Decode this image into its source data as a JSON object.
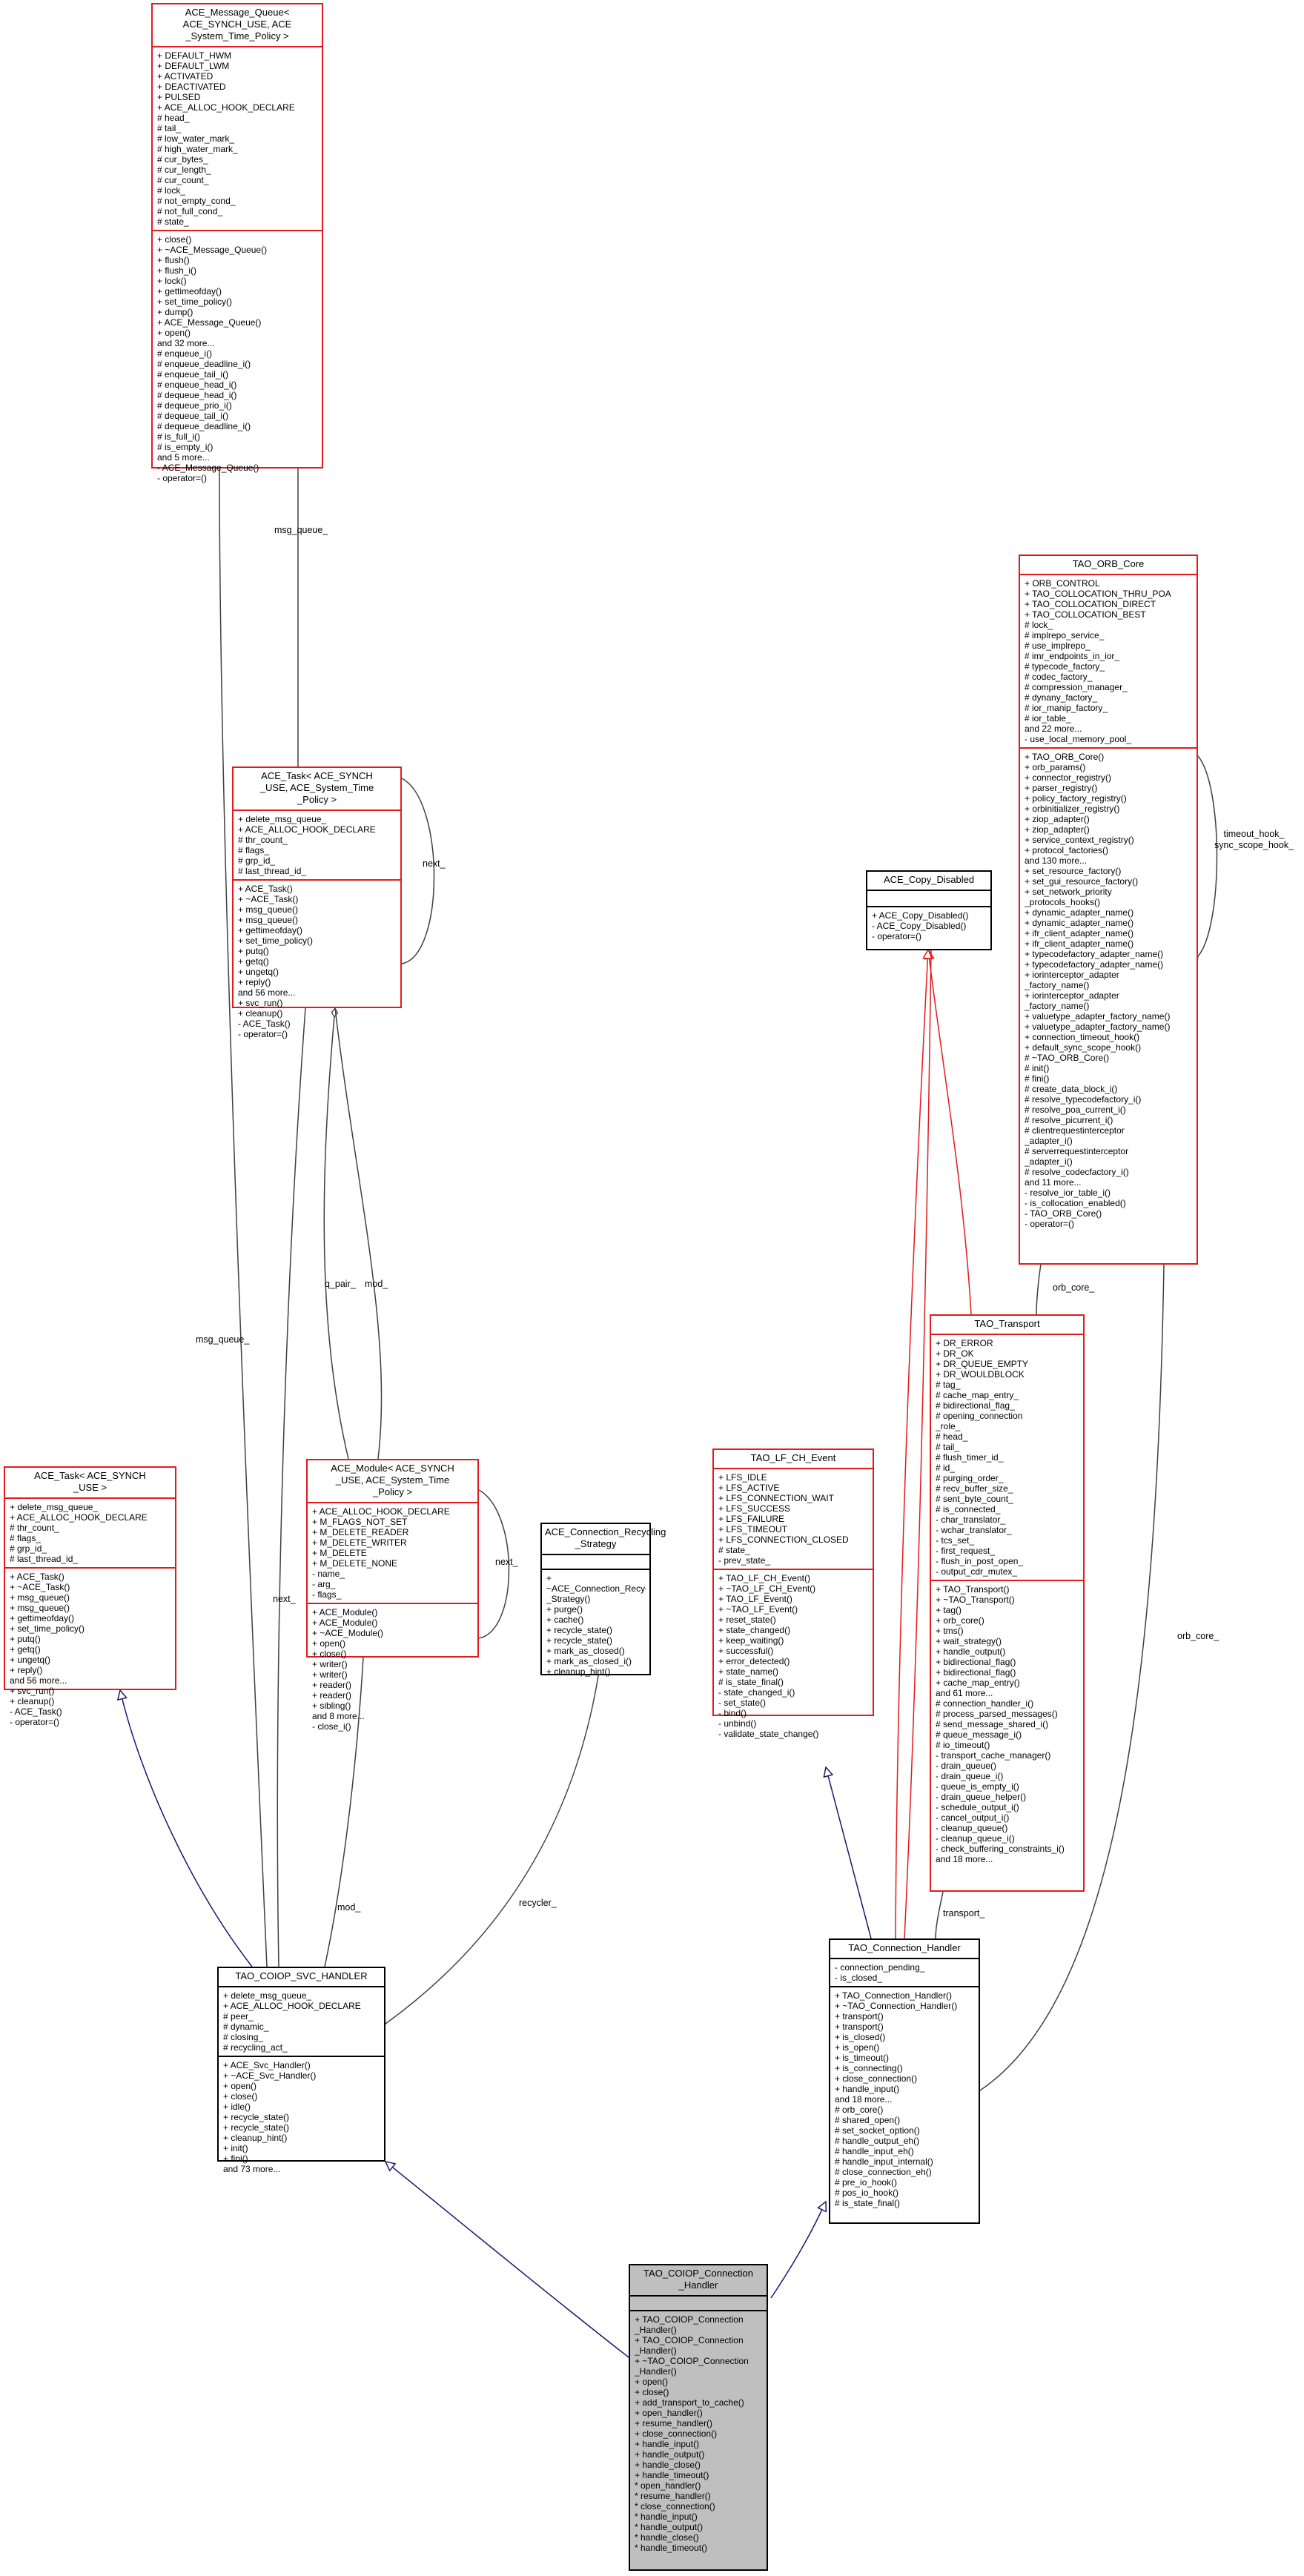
{
  "colors": {
    "boxBorder": "#e31a1c",
    "boxBorderInternal": "#000000",
    "focusFill": "#bfbfbf",
    "inheritanceEdge": "#191970",
    "templateEdge": "#e31a1c",
    "usageEdge": "#404040"
  },
  "classes": [
    {
      "id": "msgq",
      "title": "ACE_Message_Queue<\n ACE_SYNCH_USE, ACE\n_System_Time_Policy >",
      "style": "template",
      "attributes": [
        "+ DEFAULT_HWM",
        "+ DEFAULT_LWM",
        "+ ACTIVATED",
        "+ DEACTIVATED",
        "+ PULSED",
        "+ ACE_ALLOC_HOOK_DECLARE",
        "# head_",
        "# tail_",
        "# low_water_mark_",
        "# high_water_mark_",
        "# cur_bytes_",
        "# cur_length_",
        "# cur_count_",
        "# lock_",
        "# not_empty_cond_",
        "# not_full_cond_",
        "# state_"
      ],
      "operations": [
        "+ close()",
        "+ ~ACE_Message_Queue()",
        "+ flush()",
        "+ flush_i()",
        "+ lock()",
        "+ gettimeofday()",
        "+ set_time_policy()",
        "+ dump()",
        "+ ACE_Message_Queue()",
        "+ open()",
        "and 32 more...",
        "# enqueue_i()",
        "# enqueue_deadline_i()",
        "# enqueue_tail_i()",
        "# enqueue_head_i()",
        "# dequeue_head_i()",
        "# dequeue_prio_i()",
        "# dequeue_tail_i()",
        "# dequeue_deadline_i()",
        "# is_full_i()",
        "# is_empty_i()",
        "and 5 more...",
        "- ACE_Message_Queue()",
        "- operator=()"
      ]
    },
    {
      "id": "tasktime",
      "title": "ACE_Task< ACE_SYNCH\n_USE, ACE_System_Time\n_Policy >",
      "style": "template",
      "attributes": [
        "+ delete_msg_queue_",
        "+ ACE_ALLOC_HOOK_DECLARE",
        "# thr_count_",
        "# flags_",
        "# grp_id_",
        "# last_thread_id_"
      ],
      "operations": [
        "+ ACE_Task()",
        "+ ~ACE_Task()",
        "+ msg_queue()",
        "+ msg_queue()",
        "+ gettimeofday()",
        "+ set_time_policy()",
        "+ putq()",
        "+ getq()",
        "+ ungetq()",
        "+ reply()",
        "and 56 more...",
        "+ svc_run()",
        "+ cleanup()",
        "- ACE_Task()",
        "- operator=()"
      ]
    },
    {
      "id": "orbcore",
      "title": "TAO_ORB_Core",
      "style": "template",
      "attributes": [
        "+ ORB_CONTROL",
        "+ TAO_COLLOCATION_THRU_POA",
        "+ TAO_COLLOCATION_DIRECT",
        "+ TAO_COLLOCATION_BEST",
        "# lock_",
        "# implrepo_service_",
        "# use_implrepo_",
        "# imr_endpoints_in_ior_",
        "# typecode_factory_",
        "# codec_factory_",
        "# compression_manager_",
        "# dynany_factory_",
        "# ior_manip_factory_",
        "# ior_table_",
        "and 22 more...",
        "- use_local_memory_pool_"
      ],
      "operations": [
        "+ TAO_ORB_Core()",
        "+ orb_params()",
        "+ connector_registry()",
        "+ parser_registry()",
        "+ policy_factory_registry()",
        "+ orbinitializer_registry()",
        "+ ziop_adapter()",
        "+ ziop_adapter()",
        "+ service_context_registry()",
        "+ protocol_factories()",
        "and 130 more...",
        "+ set_resource_factory()",
        "+ set_gui_resource_factory()",
        "+ set_network_priority\n_protocols_hooks()",
        "+ dynamic_adapter_name()",
        "+ dynamic_adapter_name()",
        "+ ifr_client_adapter_name()",
        "+ ifr_client_adapter_name()",
        "+ typecodefactory_adapter_name()",
        "+ typecodefactory_adapter_name()",
        "+ iorinterceptor_adapter\n_factory_name()",
        "+ iorinterceptor_adapter\n_factory_name()",
        "+ valuetype_adapter_factory_name()",
        "+ valuetype_adapter_factory_name()",
        "+ connection_timeout_hook()",
        "+ default_sync_scope_hook()",
        "# ~TAO_ORB_Core()",
        "# init()",
        "# fini()",
        "# create_data_block_i()",
        "# resolve_typecodefactory_i()",
        "# resolve_poa_current_i()",
        "# resolve_picurrent_i()",
        "# clientrequestinterceptor\n_adapter_i()",
        "# serverrequestinterceptor\n_adapter_i()",
        "# resolve_codecfactory_i()",
        "and 11 more...",
        "- resolve_ior_table_i()",
        "- is_collocation_enabled()",
        "- TAO_ORB_Core()",
        "- operator=()"
      ]
    },
    {
      "id": "copy",
      "title": "ACE_Copy_Disabled",
      "style": "internal",
      "attributes": [],
      "operations": [
        "+ ACE_Copy_Disabled()",
        "- ACE_Copy_Disabled()",
        "- operator=()"
      ]
    },
    {
      "id": "transport",
      "title": "TAO_Transport",
      "style": "template",
      "attributes": [
        "+ DR_ERROR",
        "+ DR_OK",
        "+ DR_QUEUE_EMPTY",
        "+ DR_WOULDBLOCK",
        "# tag_",
        "# cache_map_entry_",
        "# bidirectional_flag_",
        "# opening_connection\n_role_",
        "# head_",
        "# tail_",
        "# flush_timer_id_",
        "# id_",
        "# purging_order_",
        "# recv_buffer_size_",
        "# sent_byte_count_",
        "# is_connected_",
        "- char_translator_",
        "- wchar_translator_",
        "- tcs_set_",
        "- first_request_",
        "- flush_in_post_open_",
        "- output_cdr_mutex_"
      ],
      "operations": [
        "+ TAO_Transport()",
        "+ ~TAO_Transport()",
        "+ tag()",
        "+ orb_core()",
        "+ tms()",
        "+ wait_strategy()",
        "+ handle_output()",
        "+ bidirectional_flag()",
        "+ bidirectional_flag()",
        "+ cache_map_entry()",
        "and 61 more...",
        "# connection_handler_i()",
        "# process_parsed_messages()",
        "# send_message_shared_i()",
        "# queue_message_i()",
        "# io_timeout()",
        "- transport_cache_manager()",
        "- drain_queue()",
        "- drain_queue_i()",
        "- queue_is_empty_i()",
        "- drain_queue_helper()",
        "- schedule_output_i()",
        "- cancel_output_i()",
        "- cleanup_queue()",
        "- cleanup_queue_i()",
        "- check_buffering_constraints_i()",
        "and 18 more..."
      ]
    },
    {
      "id": "tasksynch",
      "title": "ACE_Task< ACE_SYNCH\n_USE >",
      "style": "template",
      "attributes": [
        "+ delete_msg_queue_",
        "+ ACE_ALLOC_HOOK_DECLARE",
        "# thr_count_",
        "# flags_",
        "# grp_id_",
        "# last_thread_id_"
      ],
      "operations": [
        "+ ACE_Task()",
        "+ ~ACE_Task()",
        "+ msg_queue()",
        "+ msg_queue()",
        "+ gettimeofday()",
        "+ set_time_policy()",
        "+ putq()",
        "+ getq()",
        "+ ungetq()",
        "+ reply()",
        "and 56 more...",
        "+ svc_run()",
        "+ cleanup()",
        "- ACE_Task()",
        "- operator=()"
      ]
    },
    {
      "id": "module",
      "title": "ACE_Module< ACE_SYNCH\n_USE, ACE_System_Time\n_Policy >",
      "style": "template",
      "attributes": [
        "+ ACE_ALLOC_HOOK_DECLARE",
        "+ M_FLAGS_NOT_SET",
        "+ M_DELETE_READER",
        "+ M_DELETE_WRITER",
        "+ M_DELETE",
        "+ M_DELETE_NONE",
        "- name_",
        "- arg_",
        "- flags_"
      ],
      "operations": [
        "+ ACE_Module()",
        "+ ACE_Module()",
        "+ ~ACE_Module()",
        "+ open()",
        "+ close()",
        "+ writer()",
        "+ writer()",
        "+ reader()",
        "+ reader()",
        "+ sibling()",
        "and 8 more...",
        "- close_i()"
      ]
    },
    {
      "id": "recycling",
      "title": "ACE_Connection_Recycling\n_Strategy",
      "style": "internal",
      "attributes": [],
      "operations": [
        "+ ~ACE_Connection_Recycling\n_Strategy()",
        "+ purge()",
        "+ cache()",
        "+ recycle_state()",
        "+ recycle_state()",
        "+ mark_as_closed()",
        "+ mark_as_closed_i()",
        "+ cleanup_hint()"
      ]
    },
    {
      "id": "lfevent",
      "title": "TAO_LF_CH_Event",
      "style": "template",
      "attributes": [
        "+ LFS_IDLE",
        "+ LFS_ACTIVE",
        "+ LFS_CONNECTION_WAIT",
        "+ LFS_SUCCESS",
        "+ LFS_FAILURE",
        "+ LFS_TIMEOUT",
        "+ LFS_CONNECTION_CLOSED",
        "# state_",
        "- prev_state_"
      ],
      "operations": [
        "+ TAO_LF_CH_Event()",
        "+ ~TAO_LF_CH_Event()",
        "+ TAO_LF_Event()",
        "+ ~TAO_LF_Event()",
        "+ reset_state()",
        "+ state_changed()",
        "+ keep_waiting()",
        "+ successful()",
        "+ error_detected()",
        "+ state_name()",
        "# is_state_final()",
        "- state_changed_i()",
        "- set_state()",
        "- bind()",
        "- unbind()",
        "- validate_state_change()"
      ]
    },
    {
      "id": "svchandler",
      "title": "TAO_COIOP_SVC_HANDLER",
      "style": "internal",
      "attributes": [
        "+ delete_msg_queue_",
        "+ ACE_ALLOC_HOOK_DECLARE",
        "# peer_",
        "# dynamic_",
        "# closing_",
        "# recycling_act_"
      ],
      "operations": [
        "+ ACE_Svc_Handler()",
        "+ ~ACE_Svc_Handler()",
        "+ open()",
        "+ close()",
        "+ idle()",
        "+ recycle_state()",
        "+ recycle_state()",
        "+ cleanup_hint()",
        "+ init()",
        "+ fini()",
        "and 73 more..."
      ]
    },
    {
      "id": "connhandler",
      "title": "TAO_Connection_Handler",
      "style": "internal",
      "attributes": [
        "- connection_pending_",
        "- is_closed_"
      ],
      "operations": [
        "+ TAO_Connection_Handler()",
        "+ ~TAO_Connection_Handler()",
        "+ transport()",
        "+ transport()",
        "+ is_closed()",
        "+ is_open()",
        "+ is_timeout()",
        "+ is_connecting()",
        "+ close_connection()",
        "+ handle_input()",
        "and 18 more...",
        "# orb_core()",
        "# shared_open()",
        "# set_socket_option()",
        "# handle_output_eh()",
        "# handle_input_eh()",
        "# handle_input_internal()",
        "# close_connection_eh()",
        "# pre_io_hook()",
        "# pos_io_hook()",
        "# is_state_final()"
      ]
    },
    {
      "id": "coiop",
      "title": "TAO_COIOP_Connection\n_Handler",
      "style": "focus",
      "attributes": [],
      "operations": [
        "+ TAO_COIOP_Connection\n_Handler()",
        "+ TAO_COIOP_Connection\n_Handler()",
        "+ ~TAO_COIOP_Connection\n_Handler()",
        "+ open()",
        "+ close()",
        "+ add_transport_to_cache()",
        "+ open_handler()",
        "+ resume_handler()",
        "+ close_connection()",
        "+ handle_input()",
        "+ handle_output()",
        "+ handle_close()",
        "+ handle_timeout()",
        "* open_handler()",
        "* resume_handler()",
        "* close_connection()",
        "* handle_input()",
        "* handle_output()",
        "* handle_close()",
        "* handle_timeout()"
      ]
    }
  ],
  "edge_labels": {
    "msg_queue_top": "msg_queue_",
    "next_task": "next_",
    "q_pair": "q_pair_",
    "mod": "mod_",
    "msg_queue_left": "msg_queue_",
    "next_left": "next_",
    "next_module": "next_",
    "mod_bottom": "mod_",
    "recycler": "recycler_",
    "timeout_hook": "timeout_hook_\nsync_scope_hook_",
    "orb_core_transport": "orb_core_",
    "orb_core_right": "orb_core_",
    "transport": "transport_"
  }
}
